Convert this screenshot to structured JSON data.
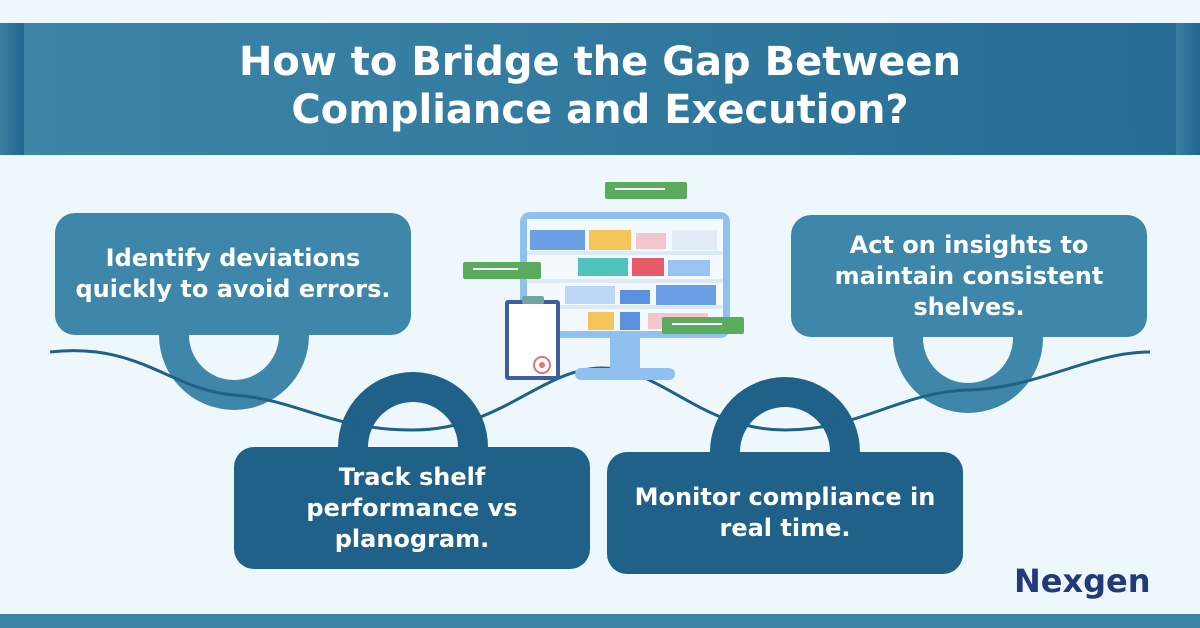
{
  "title_line1": "How to Bridge the Gap Between",
  "title_line2": "Compliance and Execution?",
  "steps": [
    {
      "text": "Identify deviations quickly to avoid errors."
    },
    {
      "text": "Track shelf performance vs planogram."
    },
    {
      "text": "Monitor compliance in real time."
    },
    {
      "text": "Act on insights to maintain consistent shelves."
    }
  ],
  "brand": "Nexgen",
  "colors": {
    "light": "#3f87aa",
    "dark": "#1f6189",
    "bg": "#eef8fc",
    "brand": "#223a7a",
    "check": "#5bab5e"
  }
}
